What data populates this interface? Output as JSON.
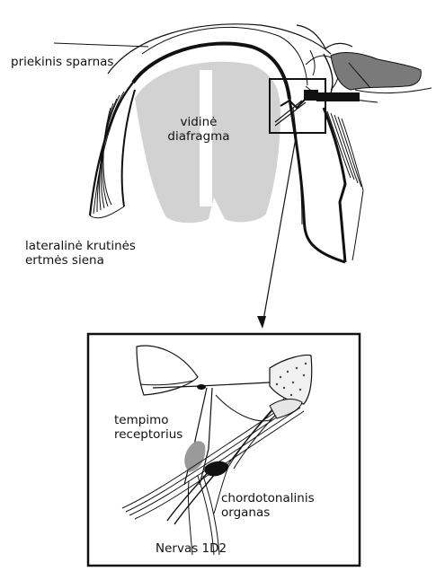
{
  "labels": {
    "forewing": "priekinis sparnas",
    "diaphragm": [
      "vidinė",
      "diafragma"
    ],
    "thorax_wall": [
      "lateralinė krutinės",
      "ertmės siena"
    ],
    "stretch_receptor": [
      "tempimo",
      "receptorius"
    ],
    "chordotonal_organ": [
      "chordotonalinis",
      "organas"
    ],
    "nerve": "Nervas 1D2"
  },
  "colors": {
    "ink": "#111111",
    "diaphragm_fill": "#d2d2d2",
    "wing_fill": "#7a7a7a",
    "receptor_fill": "#9a9a9a"
  }
}
